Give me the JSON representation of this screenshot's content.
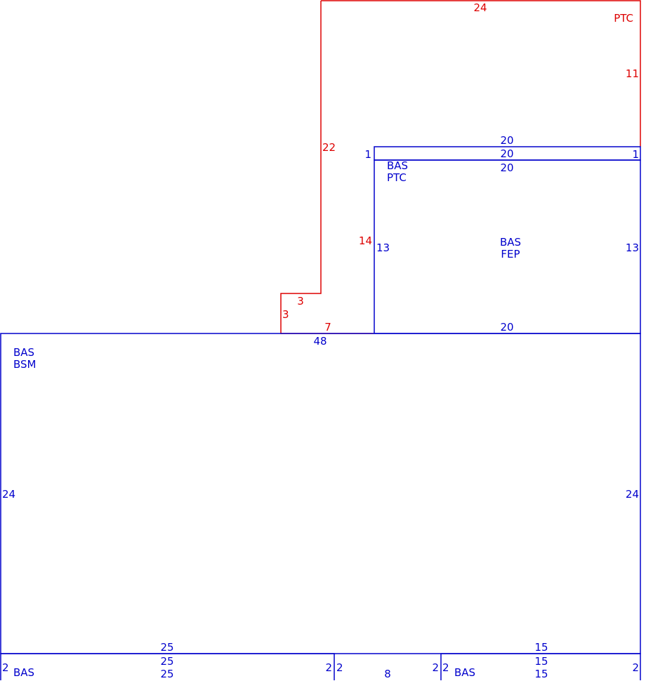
{
  "colors": {
    "blue": "#0000cc",
    "red": "#dd0000"
  },
  "areas": [
    {
      "id": "ptc-upper",
      "code": "",
      "sub": "PTC",
      "color": "red"
    },
    {
      "id": "bas-ptc",
      "code": "BAS",
      "sub": "PTC",
      "color": "blue"
    },
    {
      "id": "bas-fep",
      "code": "BAS",
      "sub": "FEP",
      "color": "blue"
    },
    {
      "id": "bas-bsm",
      "code": "BAS",
      "sub": "BSM",
      "color": "blue"
    },
    {
      "id": "bas-left",
      "code": "BAS",
      "sub": "",
      "color": "blue"
    },
    {
      "id": "bas-right",
      "code": "BAS",
      "sub": "",
      "color": "blue"
    }
  ],
  "dimensions": [
    {
      "id": "ptc-top",
      "value": "24",
      "color": "red"
    },
    {
      "id": "ptc-right",
      "value": "11",
      "color": "red"
    },
    {
      "id": "ptc-left-upper",
      "value": "22",
      "color": "red"
    },
    {
      "id": "ptc-left-lower",
      "value": "14",
      "color": "red"
    },
    {
      "id": "ptc-step-top",
      "value": "3",
      "color": "red"
    },
    {
      "id": "ptc-step-side",
      "value": "3",
      "color": "red"
    },
    {
      "id": "ptc-bottom",
      "value": "7",
      "color": "red"
    },
    {
      "id": "strip-top",
      "value": "20",
      "color": "blue"
    },
    {
      "id": "strip-bottom",
      "value": "20",
      "color": "blue"
    },
    {
      "id": "strip-left",
      "value": "1",
      "color": "blue"
    },
    {
      "id": "strip-right",
      "value": "1",
      "color": "blue"
    },
    {
      "id": "fep-top",
      "value": "20",
      "color": "blue"
    },
    {
      "id": "fep-left",
      "value": "13",
      "color": "blue"
    },
    {
      "id": "fep-right",
      "value": "13",
      "color": "blue"
    },
    {
      "id": "fep-bottom",
      "value": "20",
      "color": "blue"
    },
    {
      "id": "bsm-top",
      "value": "48",
      "color": "blue"
    },
    {
      "id": "bsm-left",
      "value": "24",
      "color": "blue"
    },
    {
      "id": "bsm-right",
      "value": "24",
      "color": "blue"
    },
    {
      "id": "bsm-bottom-left",
      "value": "25",
      "color": "blue"
    },
    {
      "id": "bsm-bottom-right",
      "value": "15",
      "color": "blue"
    },
    {
      "id": "left-box-top",
      "value": "25",
      "color": "blue"
    },
    {
      "id": "left-box-bottom",
      "value": "25",
      "color": "blue"
    },
    {
      "id": "left-box-left",
      "value": "2",
      "color": "blue"
    },
    {
      "id": "left-box-right",
      "value": "2",
      "color": "blue"
    },
    {
      "id": "gap-left",
      "value": "2",
      "color": "blue"
    },
    {
      "id": "gap-bottom",
      "value": "8",
      "color": "blue"
    },
    {
      "id": "gap-right",
      "value": "2",
      "color": "blue"
    },
    {
      "id": "right-box-top",
      "value": "15",
      "color": "blue"
    },
    {
      "id": "right-box-bottom",
      "value": "15",
      "color": "blue"
    },
    {
      "id": "right-box-left",
      "value": "2",
      "color": "blue"
    },
    {
      "id": "right-box-right",
      "value": "2",
      "color": "blue"
    }
  ]
}
